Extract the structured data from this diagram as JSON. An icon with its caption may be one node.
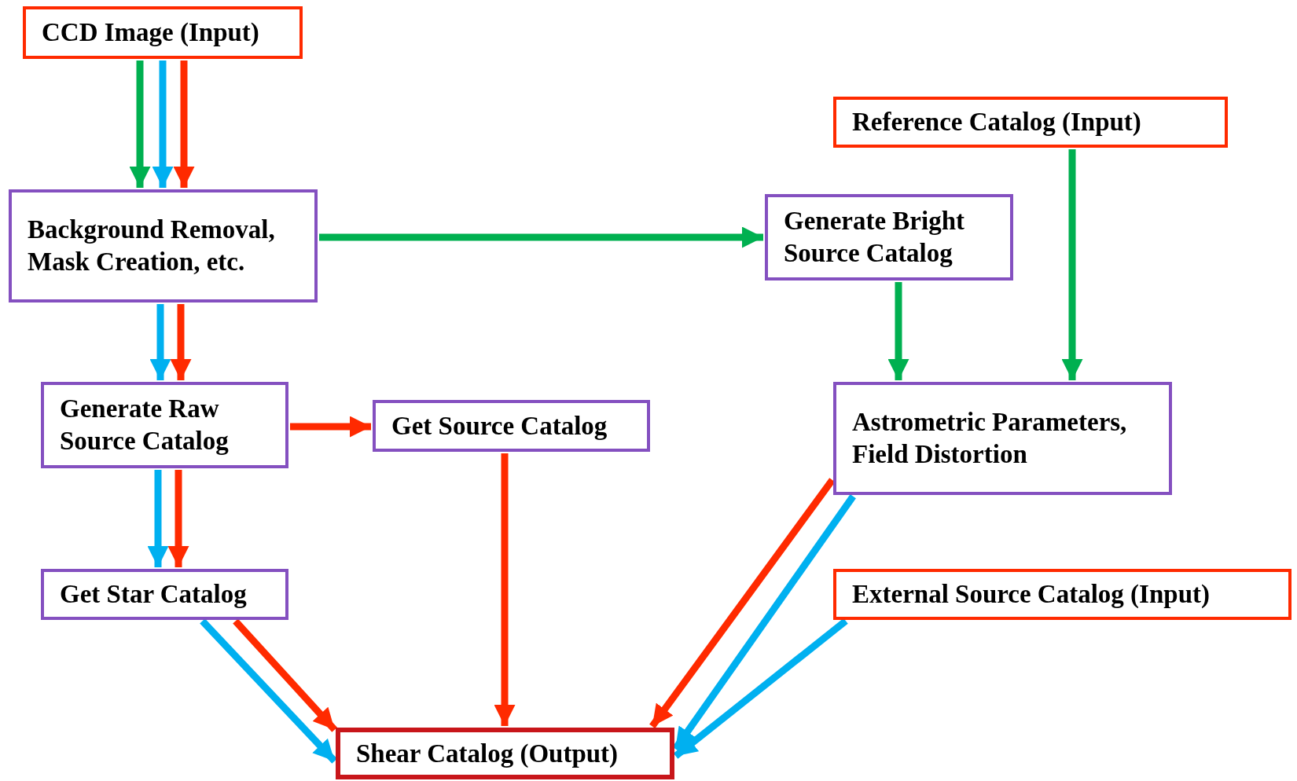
{
  "diagram": {
    "nodes": [
      {
        "text": [
          "CCD Image (Input)"
        ]
      },
      {
        "text": [
          "Background Removal, Mask Creation, etc."
        ]
      },
      {
        "text": [
          "Reference Catalog (Input)"
        ]
      },
      {
        "text": [
          "Generate Bright Source Catalog"
        ]
      },
      {
        "text": [
          "Generate Raw Source Catalog"
        ]
      },
      {
        "text": [
          "Get Source Catalog"
        ]
      },
      {
        "text": [
          "Astrometric Parameters, Field Distortion"
        ]
      },
      {
        "text": [
          "Get Star Catalog"
        ]
      },
      {
        "text": [
          "External Source Catalog (Input)"
        ]
      },
      {
        "text": [
          "Shear Catalog (Output)"
        ]
      }
    ],
    "edges": [
      {
        "from": 0,
        "to": 1,
        "arrow": "to",
        "color": "#00b050"
      },
      {
        "from": 0,
        "to": 1,
        "arrow": "to",
        "color": "#00b0f0"
      },
      {
        "from": 0,
        "to": 1,
        "arrow": "to"
      },
      {
        "from": 1,
        "to": 3,
        "arrow": "to",
        "color": "#00b050"
      },
      {
        "from": 1,
        "to": 4,
        "arrow": "to",
        "color": "#00b0f0"
      },
      {
        "from": 1,
        "to": 4,
        "arrow": "to"
      },
      {
        "from": 4,
        "to": 5,
        "arrow": "to"
      },
      {
        "from": 4,
        "to": 7,
        "arrow": "to",
        "color": "#00b0f0"
      },
      {
        "from": 4,
        "to": 7,
        "arrow": "to"
      },
      {
        "from": 3,
        "to": 6,
        "arrow": "to",
        "color": "#00b050"
      },
      {
        "from": 2,
        "to": 6,
        "arrow": "to",
        "color": "#00b050"
      },
      {
        "from": 7,
        "to": 9,
        "arrow": "to",
        "color": "#00b0f0"
      },
      {
        "from": 7,
        "to": 9,
        "arrow": "to"
      },
      {
        "from": 5,
        "to": 9,
        "arrow": "to"
      },
      {
        "from": 6,
        "to": 9,
        "arrow": "to"
      },
      {
        "from": 6,
        "to": 9,
        "arrow": "to",
        "color": "#00b0f0"
      },
      {
        "from": 8,
        "to": 9,
        "arrow": "to",
        "color": "#00b0f0"
      }
    ]
  }
}
